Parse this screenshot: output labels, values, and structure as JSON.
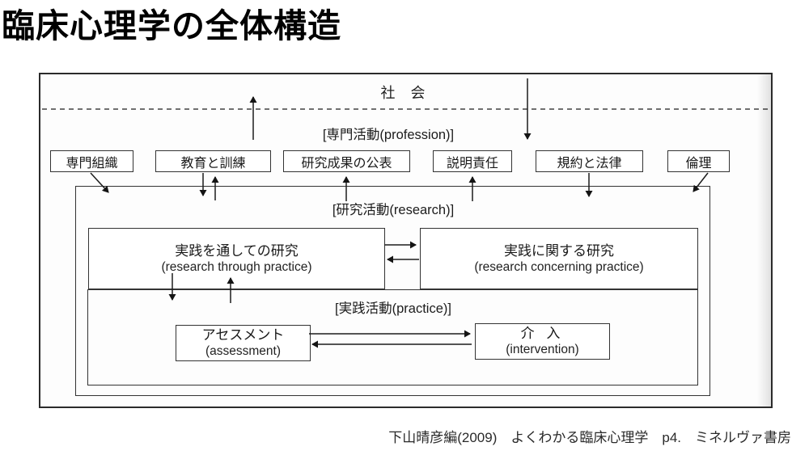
{
  "title": "臨床心理学の全体構造",
  "figure": {
    "society_label": "社 会",
    "profession_label": "[専門活動(profession)]",
    "profession_boxes": [
      "専門組織",
      "教育と訓練",
      "研究成果の公表",
      "説明責任",
      "規約と法律",
      "倫理"
    ],
    "research_label": "[研究活動(research)]",
    "research_boxes": [
      {
        "jp": "実践を通しての研究",
        "en": "(research through practice)"
      },
      {
        "jp": "実践に関する研究",
        "en": "(research concerning practice)"
      }
    ],
    "practice_label": "[実践活動(practice)]",
    "practice_boxes": [
      {
        "jp": "アセスメント",
        "en": "(assessment)"
      },
      {
        "jp": "介 入",
        "en": "(intervention)"
      }
    ]
  },
  "citation": "下山晴彦編(2009)　よくわかる臨床心理学　p4.　ミネルヴァ書房",
  "colors": {
    "ink": "#1a1a1a",
    "box_border": "#333333",
    "figure_background": "#fdfdfd"
  }
}
